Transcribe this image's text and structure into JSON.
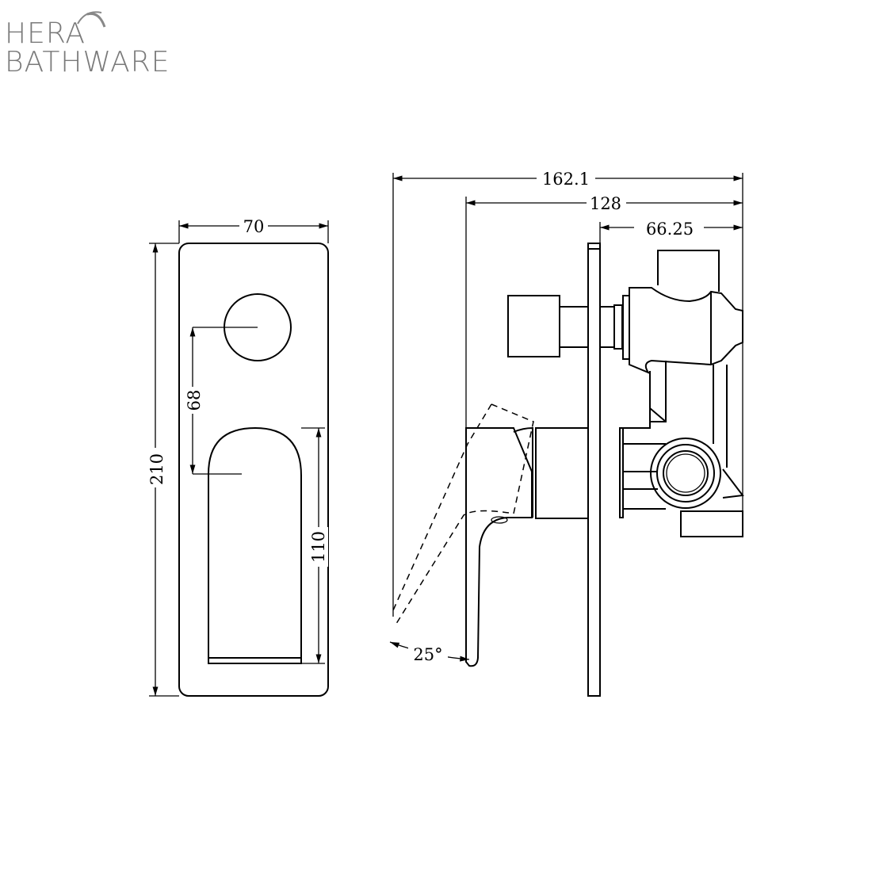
{
  "logo": {
    "line1": "HERA",
    "line2": "BATHWARE"
  },
  "front_view": {
    "width_label": "70",
    "height_label": "210",
    "spacing_label": "68",
    "handle_height_label": "110"
  },
  "side_view": {
    "overall_depth_label": "162.1",
    "depth_label": "128",
    "body_depth_label": "66.25",
    "angle_label": "25°"
  }
}
